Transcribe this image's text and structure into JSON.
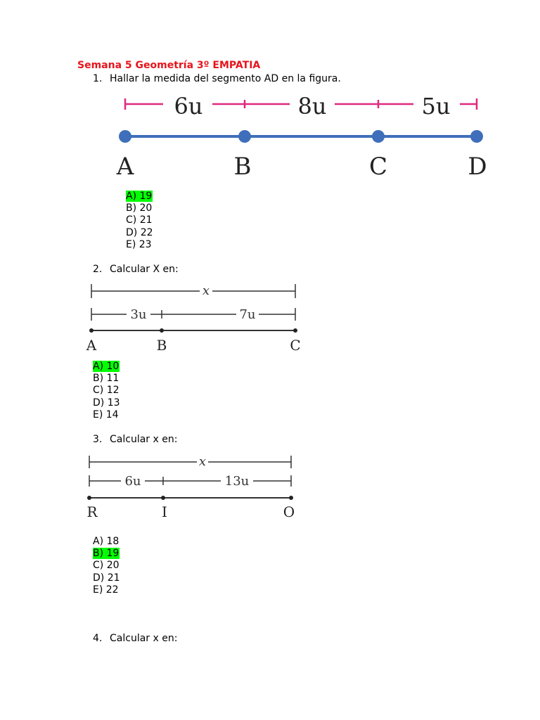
{
  "page": {
    "title": "Semana 5 Geometría 3º EMPATIA",
    "highlight_color": "#00ff00",
    "title_color": "#e8141c"
  },
  "questions": [
    {
      "number": "1.",
      "text": "Hallar la medida del segmento AD en la figura.",
      "figure": {
        "segments": [
          "6u",
          "8u",
          "5u"
        ],
        "points": [
          "A",
          "B",
          "C",
          "D"
        ],
        "line_color": "#3f6fba",
        "measure_color": "#e0287f"
      },
      "options": [
        {
          "label": "A) 19",
          "correct": true
        },
        {
          "label": "B) 20",
          "correct": false
        },
        {
          "label": "C) 21",
          "correct": false
        },
        {
          "label": "D) 22",
          "correct": false
        },
        {
          "label": "E) 23",
          "correct": false
        }
      ]
    },
    {
      "number": "2.",
      "text": "Calcular X en:",
      "figure": {
        "total": "x",
        "segments": [
          "3u",
          "7u"
        ],
        "points": [
          "A",
          "B",
          "C"
        ]
      },
      "options": [
        {
          "label": "A) 10",
          "correct": true
        },
        {
          "label": "B) 11",
          "correct": false
        },
        {
          "label": "C) 12",
          "correct": false
        },
        {
          "label": "D) 13",
          "correct": false
        },
        {
          "label": "E) 14",
          "correct": false
        }
      ]
    },
    {
      "number": "3.",
      "text": "Calcular x en:",
      "figure": {
        "total": "x",
        "segments": [
          "6u",
          "13u"
        ],
        "points": [
          "R",
          "I",
          "O"
        ]
      },
      "options": [
        {
          "label": "A) 18",
          "correct": false
        },
        {
          "label": "B) 19",
          "correct": true
        },
        {
          "label": "C) 20",
          "correct": false
        },
        {
          "label": "D) 21",
          "correct": false
        },
        {
          "label": "E) 22",
          "correct": false
        }
      ]
    },
    {
      "number": "4.",
      "text": "Calcular x en:"
    }
  ]
}
